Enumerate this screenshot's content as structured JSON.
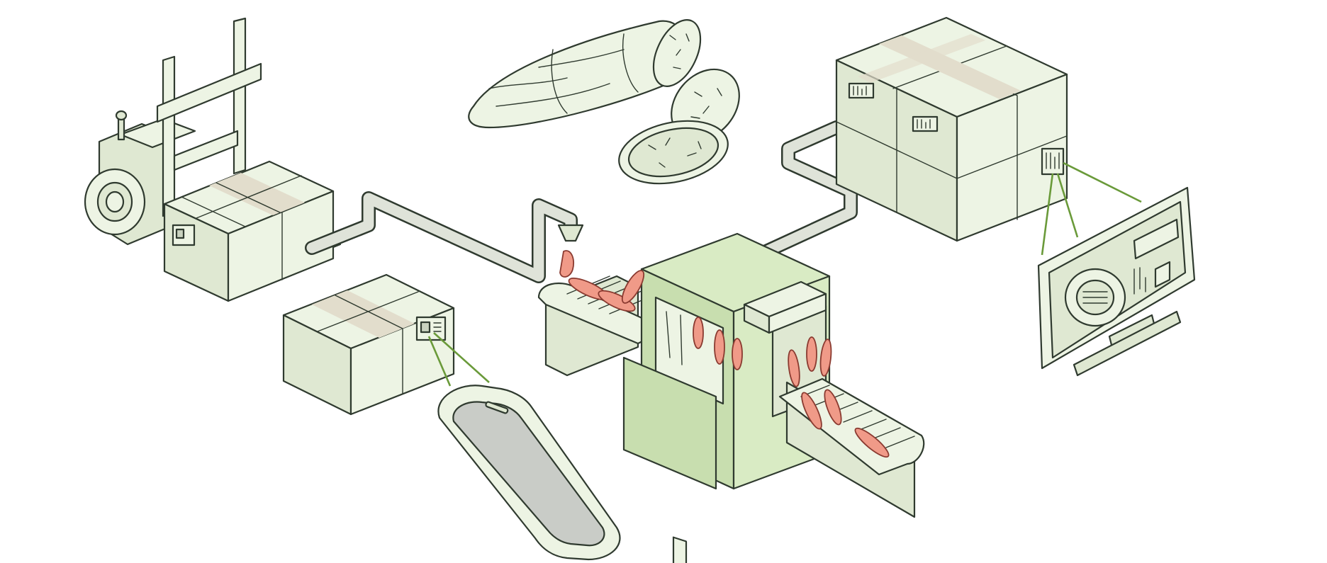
{
  "scene": {
    "objects": [
      "forklift",
      "salami",
      "supply-pipe",
      "packaging-machine",
      "conveyor-belt",
      "sausages",
      "box-stack",
      "shipping-box",
      "smartphone",
      "monitor"
    ]
  },
  "colors": {
    "ink": "#2f3a2f",
    "box_light": "#edf4e4",
    "box_mid": "#dfe8d2",
    "box_dark": "#c9d2bf",
    "machine_green": "#d9ebc4",
    "link_green": "#6a9a3a",
    "sausage": "#f09a88"
  }
}
